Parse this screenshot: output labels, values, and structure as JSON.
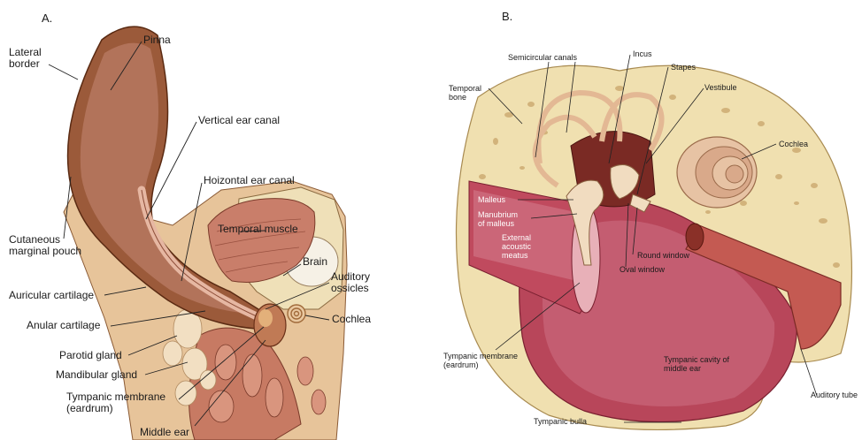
{
  "panels": [
    {
      "letter": "A.",
      "labels": {
        "pinna": "Pinna",
        "lateral_border": "Lateral\nborder",
        "vertical_canal": "Vertical ear canal",
        "horizontal_canal": "Hoizontal ear canal",
        "temporal_muscle": "Temporal muscle",
        "brain": "Brain",
        "auditory_ossicles": "Auditory\nossicles",
        "cochlea": "Cochlea",
        "cutaneous_pouch": "Cutaneous\nmarginal pouch",
        "auricular_cartilage": "Auricular cartilage",
        "anular_cartilage": "Anular cartilage",
        "parotid_gland": "Parotid gland",
        "mandibular_gland": "Mandibular gland",
        "tympanic_membrane": "Tympanic membrane\n(eardrum)",
        "middle_ear": "Middle ear"
      }
    },
    {
      "letter": "B.",
      "labels": {
        "semicircular_canals": "Semicircular canals",
        "incus": "Incus",
        "stapes": "Stapes",
        "vestibule": "Vestibule",
        "temporal_bone": "Temporal\nbone",
        "cochlea": "Cochlea",
        "malleus": "Malleus",
        "manubrium": "Manubrium\nof malleus",
        "external_meatus": "External\nacoustic\nmeatus",
        "round_window": "Round window",
        "oval_window": "Oval window",
        "tympanic_membrane": "Tympanic membrane\n(eardrum)",
        "tympanic_cavity": "Tympanic cavity of\nmiddle ear",
        "auditory_tube": "Auditory tube",
        "tympanic_bulla": "Tympanic bulla"
      }
    }
  ]
}
